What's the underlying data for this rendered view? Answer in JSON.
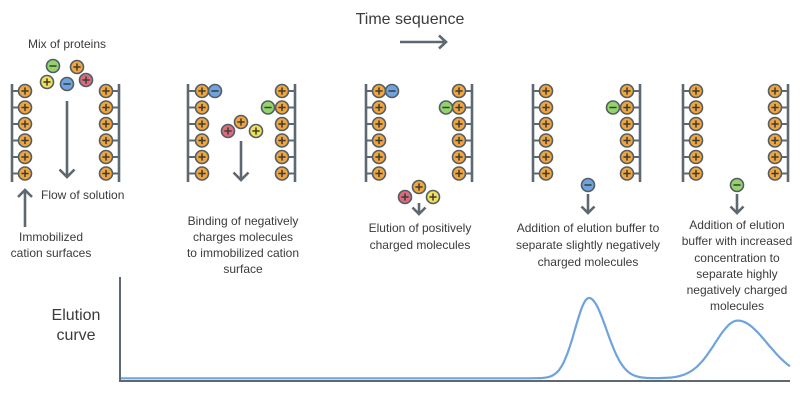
{
  "header": {
    "title": "Time sequence",
    "arrow_icon": "right-arrow-icon"
  },
  "colors": {
    "orange": "#f0a63c",
    "green": "#93d36b",
    "blue": "#6ea3dc",
    "red": "#dc6b7b",
    "yellow": "#f1e155",
    "outline": "#535d66",
    "charge_sign": "#3a3a3a",
    "ladder": "#5d6872",
    "curve": "#6ea3dc"
  },
  "panels": [
    {
      "name": "loading",
      "mix_label": "Mix of proteins",
      "flow_label": "Flow of solution",
      "surface": {
        "charge": "positive",
        "color": "orange",
        "count_per_side": 6
      },
      "bound_molecules": [],
      "free_molecules": [
        {
          "charge": "negative",
          "color": "green"
        },
        {
          "charge": "positive",
          "color": "orange"
        },
        {
          "charge": "positive",
          "color": "yellow"
        },
        {
          "charge": "negative",
          "color": "blue"
        },
        {
          "charge": "positive",
          "color": "red"
        }
      ],
      "caption_lines": [
        "Immobilized",
        "cation surfaces"
      ]
    },
    {
      "name": "binding",
      "surface": {
        "charge": "positive",
        "color": "orange",
        "count_per_side": 6
      },
      "bound_molecules": [
        {
          "charge": "negative",
          "color": "blue"
        },
        {
          "charge": "negative",
          "color": "green"
        }
      ],
      "free_molecules": [
        {
          "charge": "positive",
          "color": "orange"
        },
        {
          "charge": "positive",
          "color": "red"
        },
        {
          "charge": "positive",
          "color": "yellow"
        }
      ],
      "caption_lines": [
        "Binding of negatively",
        "charges molecules",
        "to immobilized cation",
        "surface"
      ]
    },
    {
      "name": "elution-positive",
      "surface": {
        "charge": "positive",
        "color": "orange",
        "count_per_side": 6
      },
      "bound_molecules": [
        {
          "charge": "negative",
          "color": "blue"
        },
        {
          "charge": "negative",
          "color": "green"
        }
      ],
      "free_molecules": [
        {
          "charge": "positive",
          "color": "orange"
        },
        {
          "charge": "positive",
          "color": "red"
        },
        {
          "charge": "positive",
          "color": "yellow"
        }
      ],
      "caption_lines": [
        "Elution of positively",
        "charged molecules"
      ]
    },
    {
      "name": "elution-slightly-negative",
      "surface": {
        "charge": "positive",
        "color": "orange",
        "count_per_side": 6
      },
      "bound_molecules": [
        {
          "charge": "negative",
          "color": "green"
        }
      ],
      "free_molecules": [
        {
          "charge": "negative",
          "color": "blue"
        }
      ],
      "caption_lines": [
        "Addition of elution buffer to",
        "separate slightly negatively",
        "charged molecules"
      ]
    },
    {
      "name": "elution-highly-negative",
      "surface": {
        "charge": "positive",
        "color": "orange",
        "count_per_side": 6
      },
      "bound_molecules": [],
      "free_molecules": [
        {
          "charge": "negative",
          "color": "green"
        }
      ],
      "caption_lines": [
        "Addition of elution",
        "buffer with increased",
        "concentration to",
        "separate highly",
        "negatively charged",
        "molecules"
      ]
    }
  ],
  "chart_data": {
    "type": "line",
    "title": "",
    "xlabel": "",
    "ylabel": "Elution curve",
    "xlim": [
      0,
      100
    ],
    "ylim": [
      0,
      100
    ],
    "grid": false,
    "legend": "none",
    "series": [
      {
        "name": "Elution curve",
        "baseline": 1.2,
        "peaks": [
          {
            "label": "slightly negatively charged molecules",
            "center": 70,
            "height": 78,
            "sigma_left": 2.1,
            "sigma_right": 2.6
          },
          {
            "label": "highly negatively charged molecules",
            "center": 92.2,
            "height": 56,
            "sigma_left": 3.4,
            "sigma_right": 4.4
          }
        ]
      }
    ]
  }
}
